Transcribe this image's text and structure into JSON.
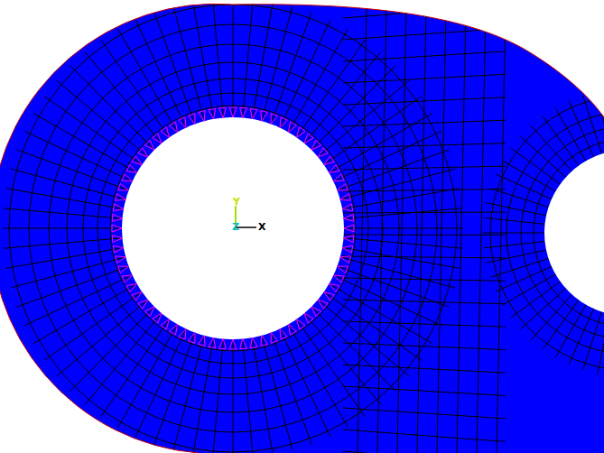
{
  "diagram": {
    "labels": [
      "Y",
      "Z",
      "X"
    ]
  }
}
